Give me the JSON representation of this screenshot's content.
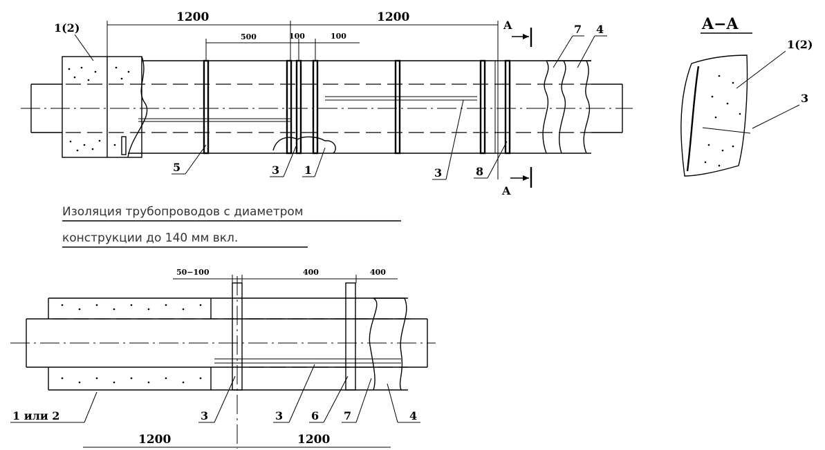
{
  "top_view": {
    "dims": {
      "d1200_left": "1200",
      "d1200_right": "1200",
      "d500": "500",
      "d100_a": "100",
      "d100_b": "100"
    },
    "callouts": {
      "c1_2": "1(2)",
      "c7": "7",
      "c4": "4",
      "c5": "5",
      "c3a": "3",
      "c1": "1",
      "c3b": "3",
      "c8": "8"
    },
    "section_mark_top": "A",
    "section_mark_bottom": "A"
  },
  "section": {
    "title": "A−A",
    "c1_2": "1(2)",
    "c3": "3"
  },
  "caption": {
    "line1": "Изоляция трубопроводов с диаметром",
    "line2": "конструкции до 140 мм вкл."
  },
  "bottom_view": {
    "dims": {
      "d50_100": "50−100",
      "d400_a": "400",
      "d400_b": "400",
      "d1200_a": "1200",
      "d1200_b": "1200"
    },
    "callouts": {
      "c1_or_2": "1 или 2",
      "c3a": "3",
      "c3b": "3",
      "c6": "6",
      "c7": "7",
      "c4": "4"
    }
  }
}
